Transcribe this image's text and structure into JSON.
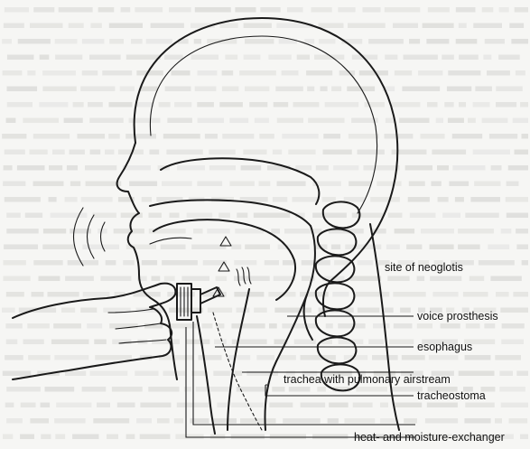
{
  "diagram": {
    "labels": {
      "site_of_neoglotis": "site of neoglotis",
      "voice_prosthesis": "voice prosthesis",
      "esophagus": "esophagus",
      "trachea": "trachea with pulmonary airstream",
      "tracheostoma": "tracheostoma",
      "hme": "heat- and moisture-exchanger"
    }
  },
  "colors": {
    "ink": "#1a1a1a",
    "background": "#f6f6f4",
    "bleed_text": "#c9c9c6"
  }
}
